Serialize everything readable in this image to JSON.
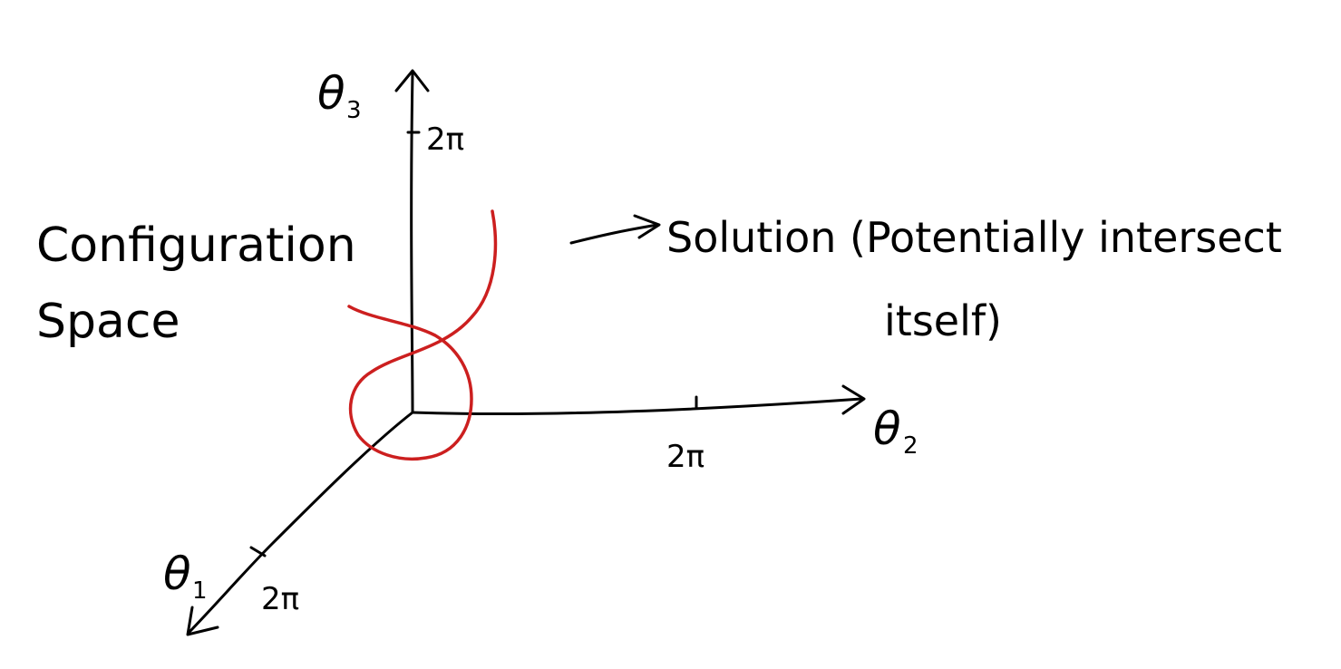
{
  "colors": {
    "ink": "#000000",
    "curve": "#cc1f1f",
    "background": "#ffffff"
  },
  "labels": {
    "title_line1": "Configuration",
    "title_line2": "Space",
    "axis_theta3": "θ",
    "axis_theta3_sub": "3",
    "axis_theta2": "θ",
    "axis_theta2_sub": "2",
    "axis_theta1": "θ",
    "axis_theta1_sub": "1",
    "tick_theta3": "2π",
    "tick_theta2": "2π",
    "tick_theta1": "2π",
    "solution_line1": "Solution (Potentially intersect",
    "solution_line2": "itself)"
  }
}
